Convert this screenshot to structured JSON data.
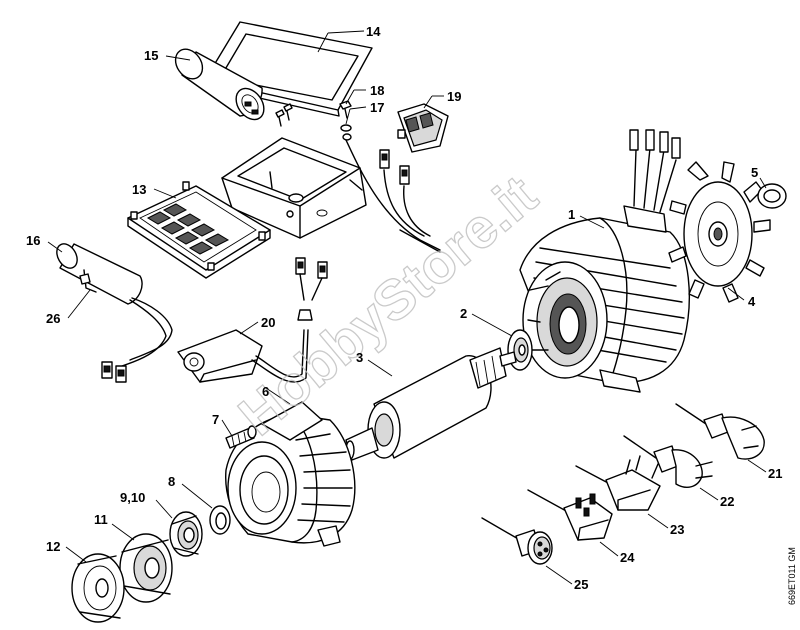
{
  "diagram": {
    "watermark": "HobbyStore.it",
    "drawing_code": "669ET011 GM",
    "callouts": [
      {
        "id": "c14",
        "label": "14"
      },
      {
        "id": "c15",
        "label": "15"
      },
      {
        "id": "c18",
        "label": "18"
      },
      {
        "id": "c17",
        "label": "17"
      },
      {
        "id": "c19",
        "label": "19"
      },
      {
        "id": "c13",
        "label": "13"
      },
      {
        "id": "c16",
        "label": "16"
      },
      {
        "id": "c26",
        "label": "26"
      },
      {
        "id": "c20",
        "label": "20"
      },
      {
        "id": "c1",
        "label": "1"
      },
      {
        "id": "c5",
        "label": "5"
      },
      {
        "id": "c4",
        "label": "4"
      },
      {
        "id": "c2",
        "label": "2"
      },
      {
        "id": "c3",
        "label": "3"
      },
      {
        "id": "c6",
        "label": "6"
      },
      {
        "id": "c7",
        "label": "7"
      },
      {
        "id": "c8",
        "label": "8"
      },
      {
        "id": "c910",
        "label": "9,10"
      },
      {
        "id": "c11",
        "label": "11"
      },
      {
        "id": "c12",
        "label": "12"
      },
      {
        "id": "c21",
        "label": "21"
      },
      {
        "id": "c22",
        "label": "22"
      },
      {
        "id": "c23",
        "label": "23"
      },
      {
        "id": "c24",
        "label": "24"
      },
      {
        "id": "c25",
        "label": "25"
      }
    ]
  }
}
